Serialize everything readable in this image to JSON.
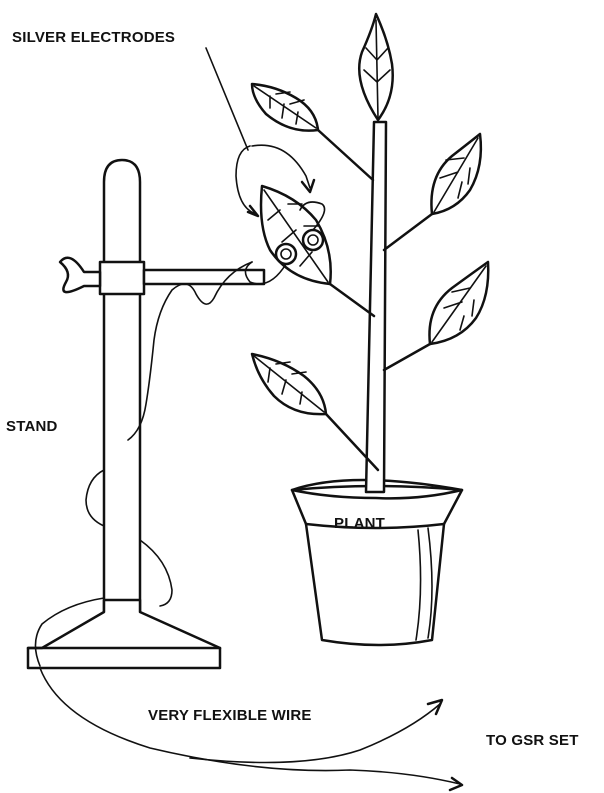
{
  "labels": {
    "silver_electrodes": "SILVER ELECTRODES",
    "stand": "STAND",
    "plant": "PLANT",
    "wire": "VERY FLEXIBLE WIRE",
    "gsr": "TO GSR SET"
  }
}
